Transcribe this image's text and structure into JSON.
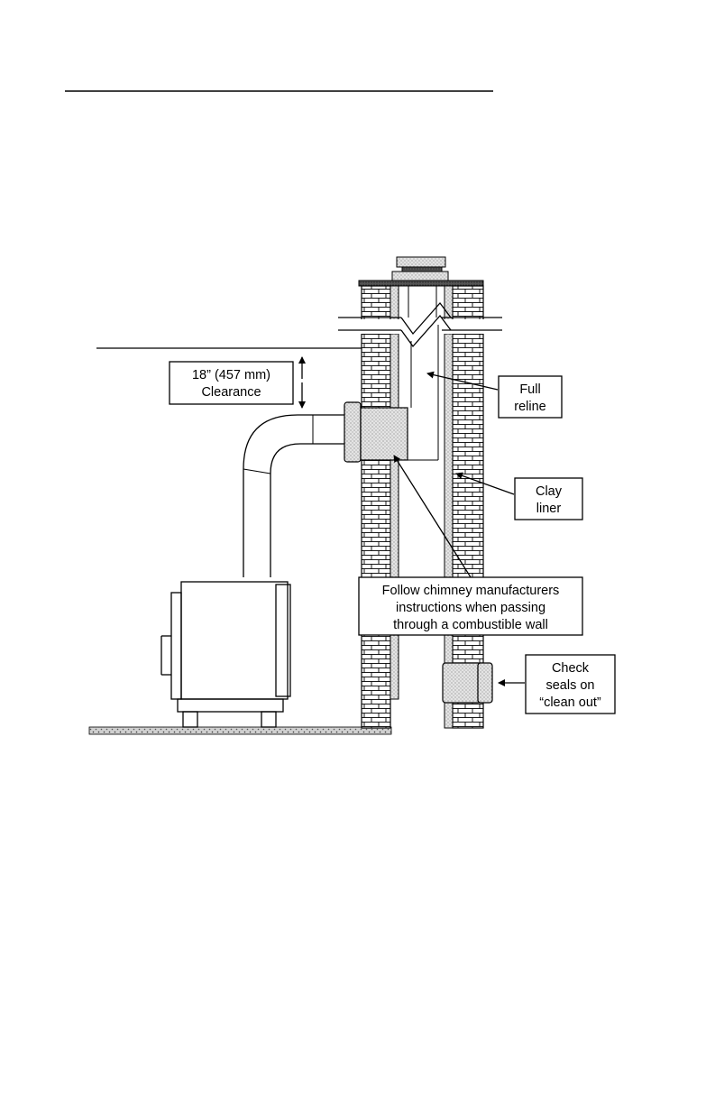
{
  "callouts": {
    "clearance": {
      "line1": "18” (457 mm)",
      "line2": "Clearance"
    },
    "full_reline": {
      "line1": "Full",
      "line2": "reline"
    },
    "clay_liner": {
      "line1": "Clay",
      "line2": "liner"
    },
    "follow": {
      "line1": "Follow chimney manufacturers",
      "line2": "instructions when passing",
      "line3": "through a combustible wall"
    },
    "check_seals": {
      "line1": "Check",
      "line2": "seals on",
      "line3": "“clean out”"
    }
  },
  "colors": {
    "ink": "#000000",
    "paper": "#ffffff",
    "stipple": "#cfcfcf"
  }
}
